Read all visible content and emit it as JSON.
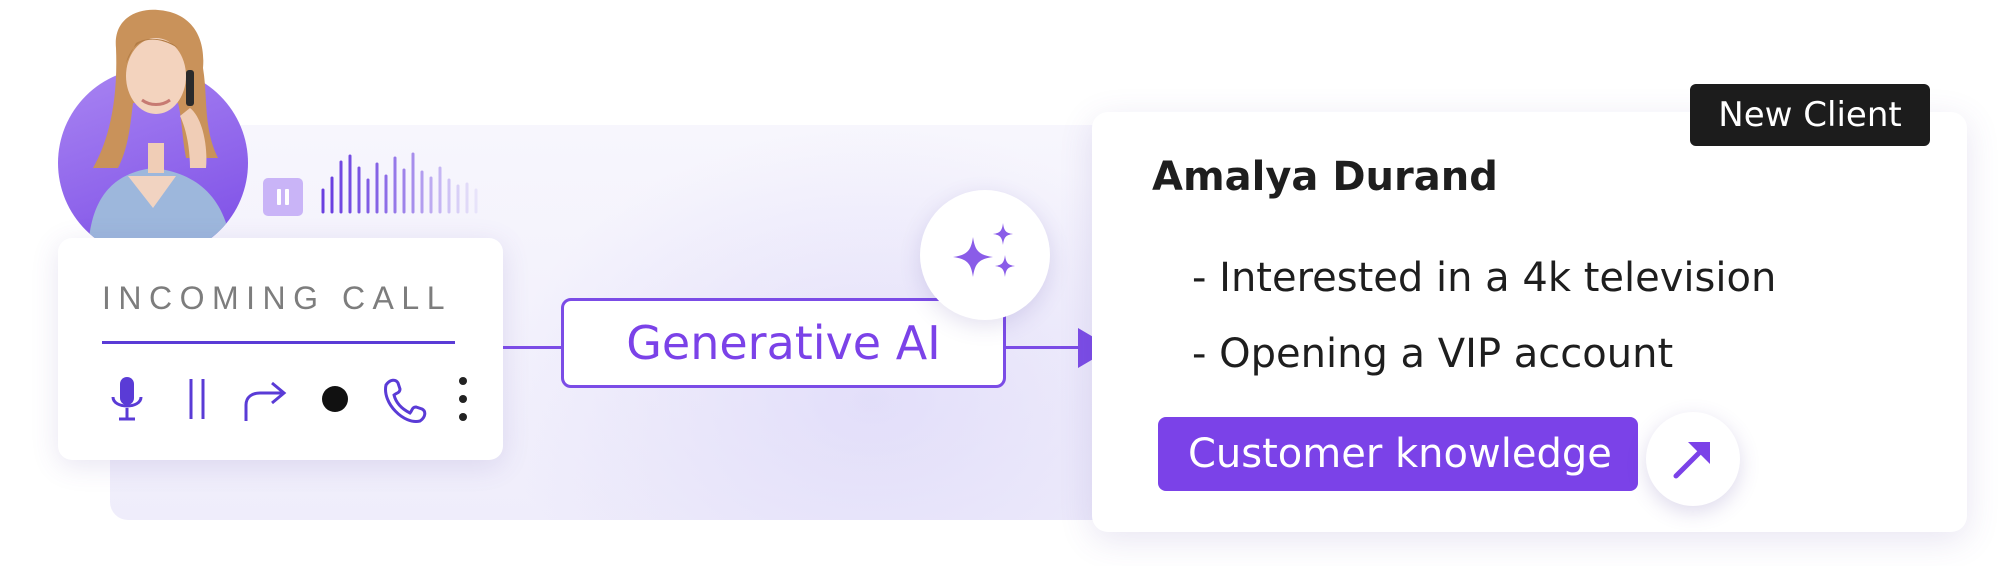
{
  "call_card": {
    "title": "INCOMING CALL",
    "icons": [
      "microphone-icon",
      "pause-icon",
      "forward-icon",
      "record-icon",
      "hang-up-icon",
      "more-vertical-icon"
    ]
  },
  "audio": {
    "state_icon": "pause-icon"
  },
  "ai": {
    "label": "Generative AI",
    "icon": "sparkles-icon"
  },
  "client": {
    "badge": "New Client",
    "name": "Amalya Durand",
    "notes": [
      "- Interested in a 4k television",
      "- Opening a VIP account"
    ],
    "action_label": "Customer knowledge",
    "action_icon": "arrow-up-right-icon"
  },
  "colors": {
    "accent": "#7b42e8",
    "line": "#5a3bd6",
    "badge_bg": "#1c1c1c",
    "chip": "#c9b4f7"
  }
}
